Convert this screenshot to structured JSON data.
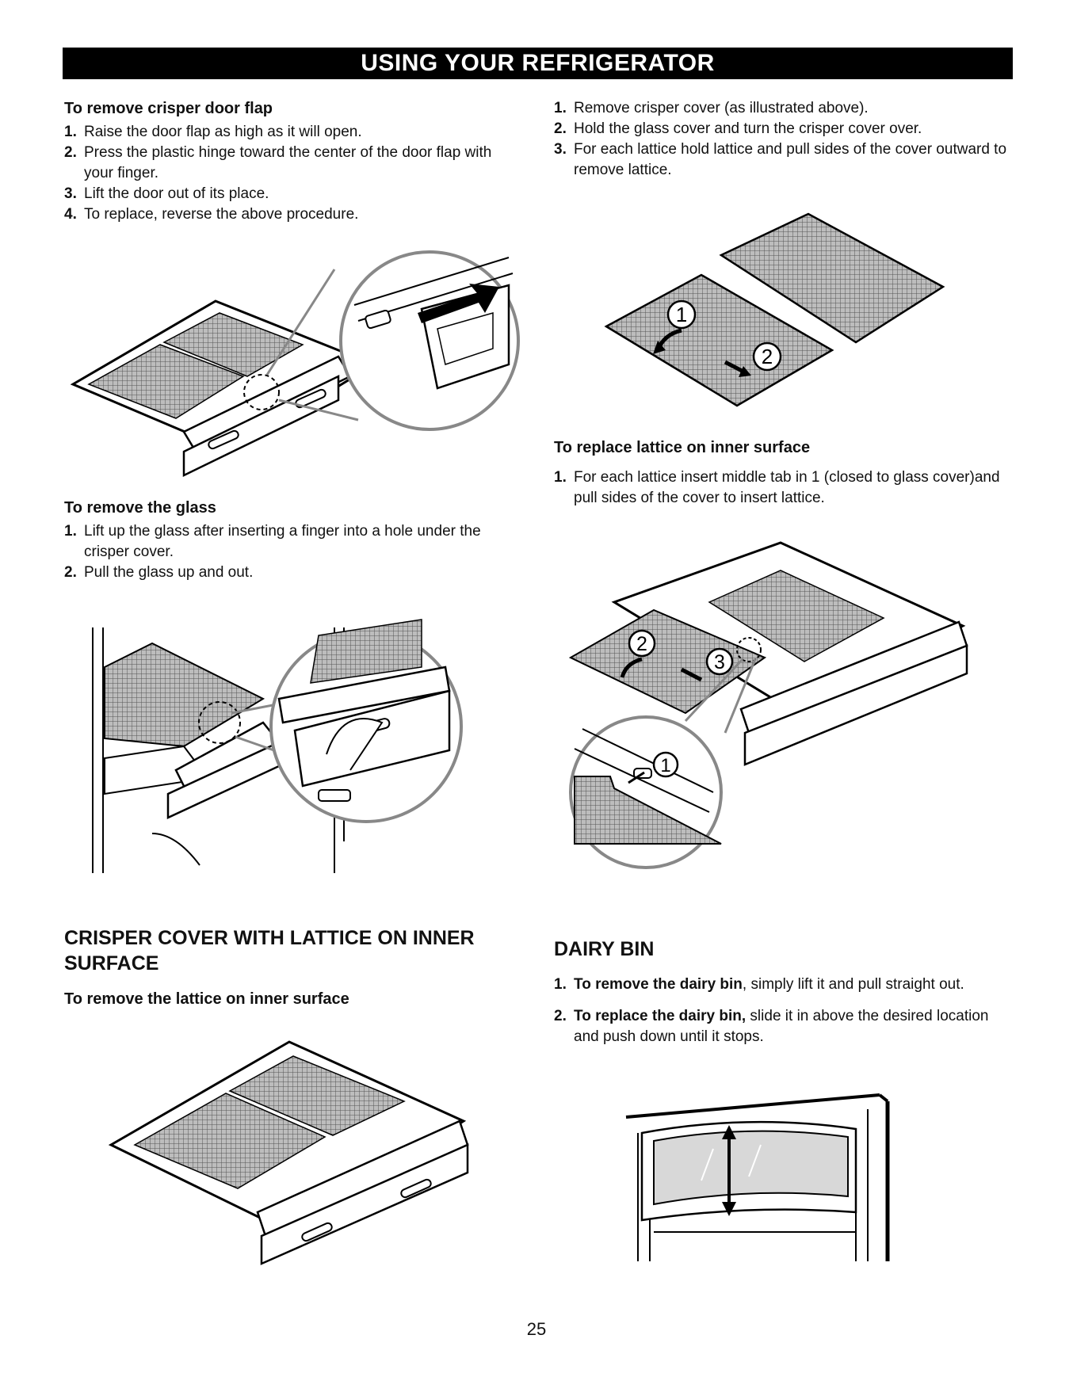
{
  "header": {
    "title": "USING YOUR REFRIGERATOR"
  },
  "flap": {
    "heading": "To remove crisper door flap",
    "steps": [
      {
        "num": "1.",
        "text": "Raise the door flap as high as it will open."
      },
      {
        "num": "2.",
        "text": "Press the plastic hinge toward the center of the door flap with your finger."
      },
      {
        "num": "3.",
        "text": "Lift the door out of its place."
      },
      {
        "num": "4.",
        "text": "To replace, reverse the above procedure."
      }
    ]
  },
  "glass": {
    "heading": "To remove the glass",
    "steps": [
      {
        "num": "1.",
        "text": "Lift up the glass after inserting a finger into a hole under the crisper cover."
      },
      {
        "num": "2.",
        "text": "Pull the glass up and out."
      }
    ]
  },
  "lattice_section": {
    "title": "CRISPER COVER WITH LATTICE ON INNER SURFACE",
    "subheading": "To remove the lattice on inner surface"
  },
  "cover": {
    "steps": [
      {
        "num": "1.",
        "text": "Remove crisper cover (as illustrated above)."
      },
      {
        "num": "2.",
        "text": "Hold the glass cover and turn the crisper cover over."
      },
      {
        "num": "3.",
        "text": "For each lattice hold lattice and pull sides of the cover outward to remove lattice."
      }
    ]
  },
  "replace": {
    "heading": "To replace lattice on inner surface",
    "steps": [
      {
        "num": "1.",
        "text": "For each lattice insert middle tab in 1 (closed to glass cover)and pull sides of the cover to insert lattice."
      }
    ]
  },
  "dairy": {
    "title": "DAIRY BIN",
    "steps": [
      {
        "num": "1.",
        "lead": "To remove the dairy bin",
        "text": ", simply lift it and pull straight out."
      },
      {
        "num": "2.",
        "lead": "To replace the dairy bin,",
        "text": " slide it in above the desired location and push down until it stops."
      }
    ]
  },
  "callouts": {
    "one": "1",
    "two": "2",
    "three": "3"
  },
  "page": {
    "number": "25"
  },
  "colors": {
    "banner": "#000000",
    "text": "#111111",
    "callout_ring": "#888888",
    "mesh": "#777777"
  }
}
